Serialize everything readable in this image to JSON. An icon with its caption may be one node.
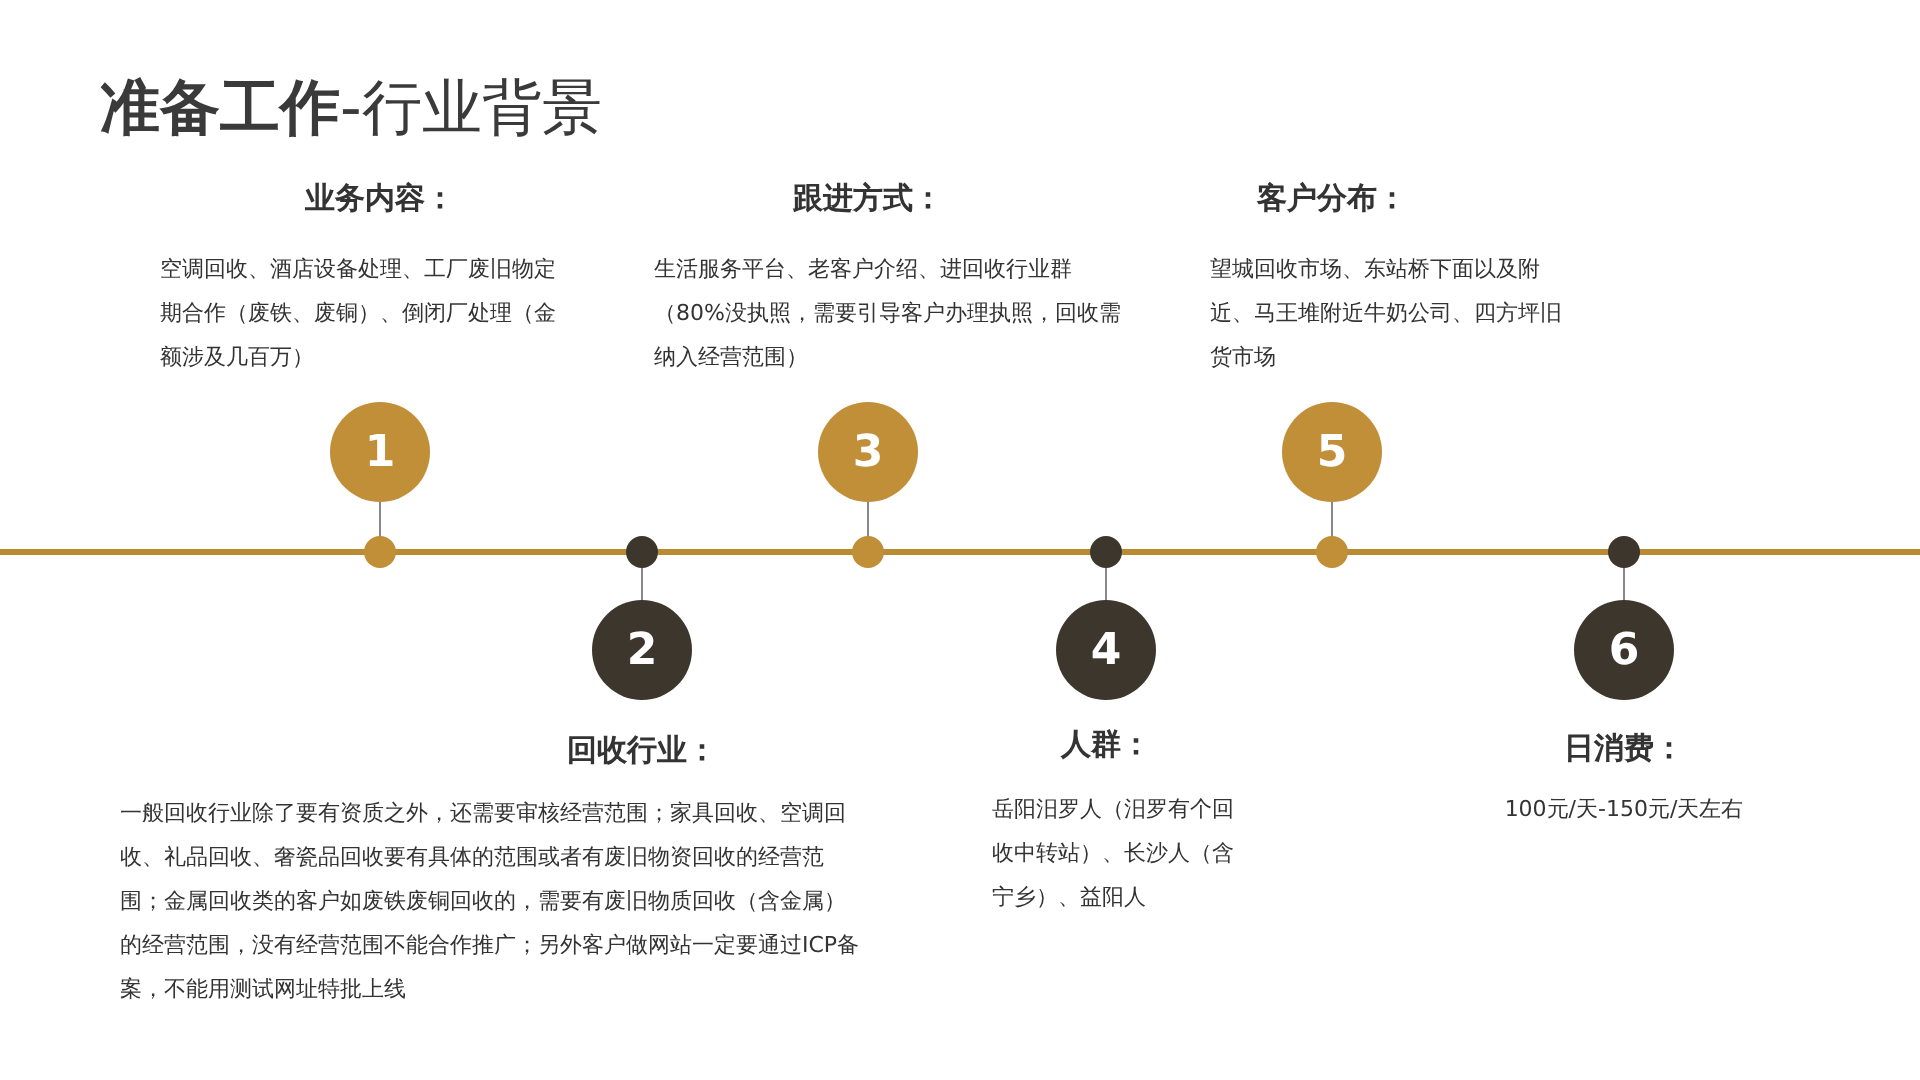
{
  "diagram": {
    "title": "**准备工作**-行业背景",
    "nodes": [
      {
        "text": [
          "1"
        ],
        "beside": [
          "业务内容：",
          "空调回收、酒店设备处理、工厂废旧物定期合作（废铁、废铜）、倒闭厂处理（金额涉及几百万）"
        ]
      },
      {
        "text": [
          "2"
        ],
        "beside": [
          "回收行业：",
          "一般回收行业除了要有资质之外，还需要审核经营范围；家具回收、空调回收、礼品回收、奢瓷品回收要有具体的范围或者有废旧物资回收的经营范围；金属回收类的客户如废铁废铜回收的，需要有废旧物质回收（含金属）的经营范围，没有经营范围不能合作推广；另外客户做网站一定要通过ICP备案，不能用测试网址特批上线"
        ]
      },
      {
        "text": [
          "3"
        ],
        "beside": [
          "跟进方式：",
          "生活服务平台、老客户介绍、进回收行业群（80%没执照，需要引导客户办理执照，回收需纳入经营范围）"
        ]
      },
      {
        "text": [
          "4"
        ],
        "beside": [
          "人群：",
          "岳阳汨罗人（汨罗有个回收中转站）、长沙人（含宁乡）、益阳人"
        ]
      },
      {
        "text": [
          "5"
        ],
        "beside": [
          "客户分布：",
          "望城回收市场、东站桥下面以及附近、马王堆附近牛奶公司、四方坪旧货市场"
        ]
      },
      {
        "text": [
          "6"
        ],
        "beside": [
          "日消费：",
          "100元/天-150元/天左右"
        ]
      }
    ]
  }
}
